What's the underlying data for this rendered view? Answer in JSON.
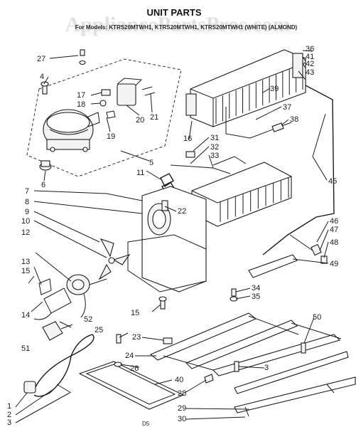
{
  "title": "UNIT PARTS",
  "subtitle": "For Models: KTRS20MTWH1, KTRS20MTWH1, KTRS20MTWH1 (WHITE) (ALMOND)",
  "watermark": "AppliancePartsPros.com",
  "page_code": "D5",
  "callouts": {
    "c1": "1",
    "c2": "2",
    "c3": "3",
    "c3b": "3",
    "c4": "4",
    "c5": "5",
    "c6": "6",
    "c7": "7",
    "c8": "8",
    "c9": "9",
    "c10": "10",
    "c11": "11",
    "c12": "12",
    "c13": "13",
    "c14": "14",
    "c15": "15",
    "c15b": "15",
    "c16": "16",
    "c17": "17",
    "c18": "18",
    "c19": "19",
    "c20": "20",
    "c21": "21",
    "c22": "22",
    "c23": "23",
    "c24": "24",
    "c25": "25",
    "c26": "26",
    "c27": "27",
    "c28": "28",
    "c29": "29",
    "c30": "30",
    "c31": "31",
    "c32": "32",
    "c33": "33",
    "c34": "34",
    "c35": "35",
    "c36": "36",
    "c37": "37",
    "c38": "38",
    "c39": "39",
    "c40": "40",
    "c41": "41",
    "c42": "42",
    "c43": "43",
    "c45": "45",
    "c46": "46",
    "c47": "47",
    "c48": "48",
    "c49": "49",
    "c50": "50",
    "c51": "51",
    "c52": "52"
  }
}
